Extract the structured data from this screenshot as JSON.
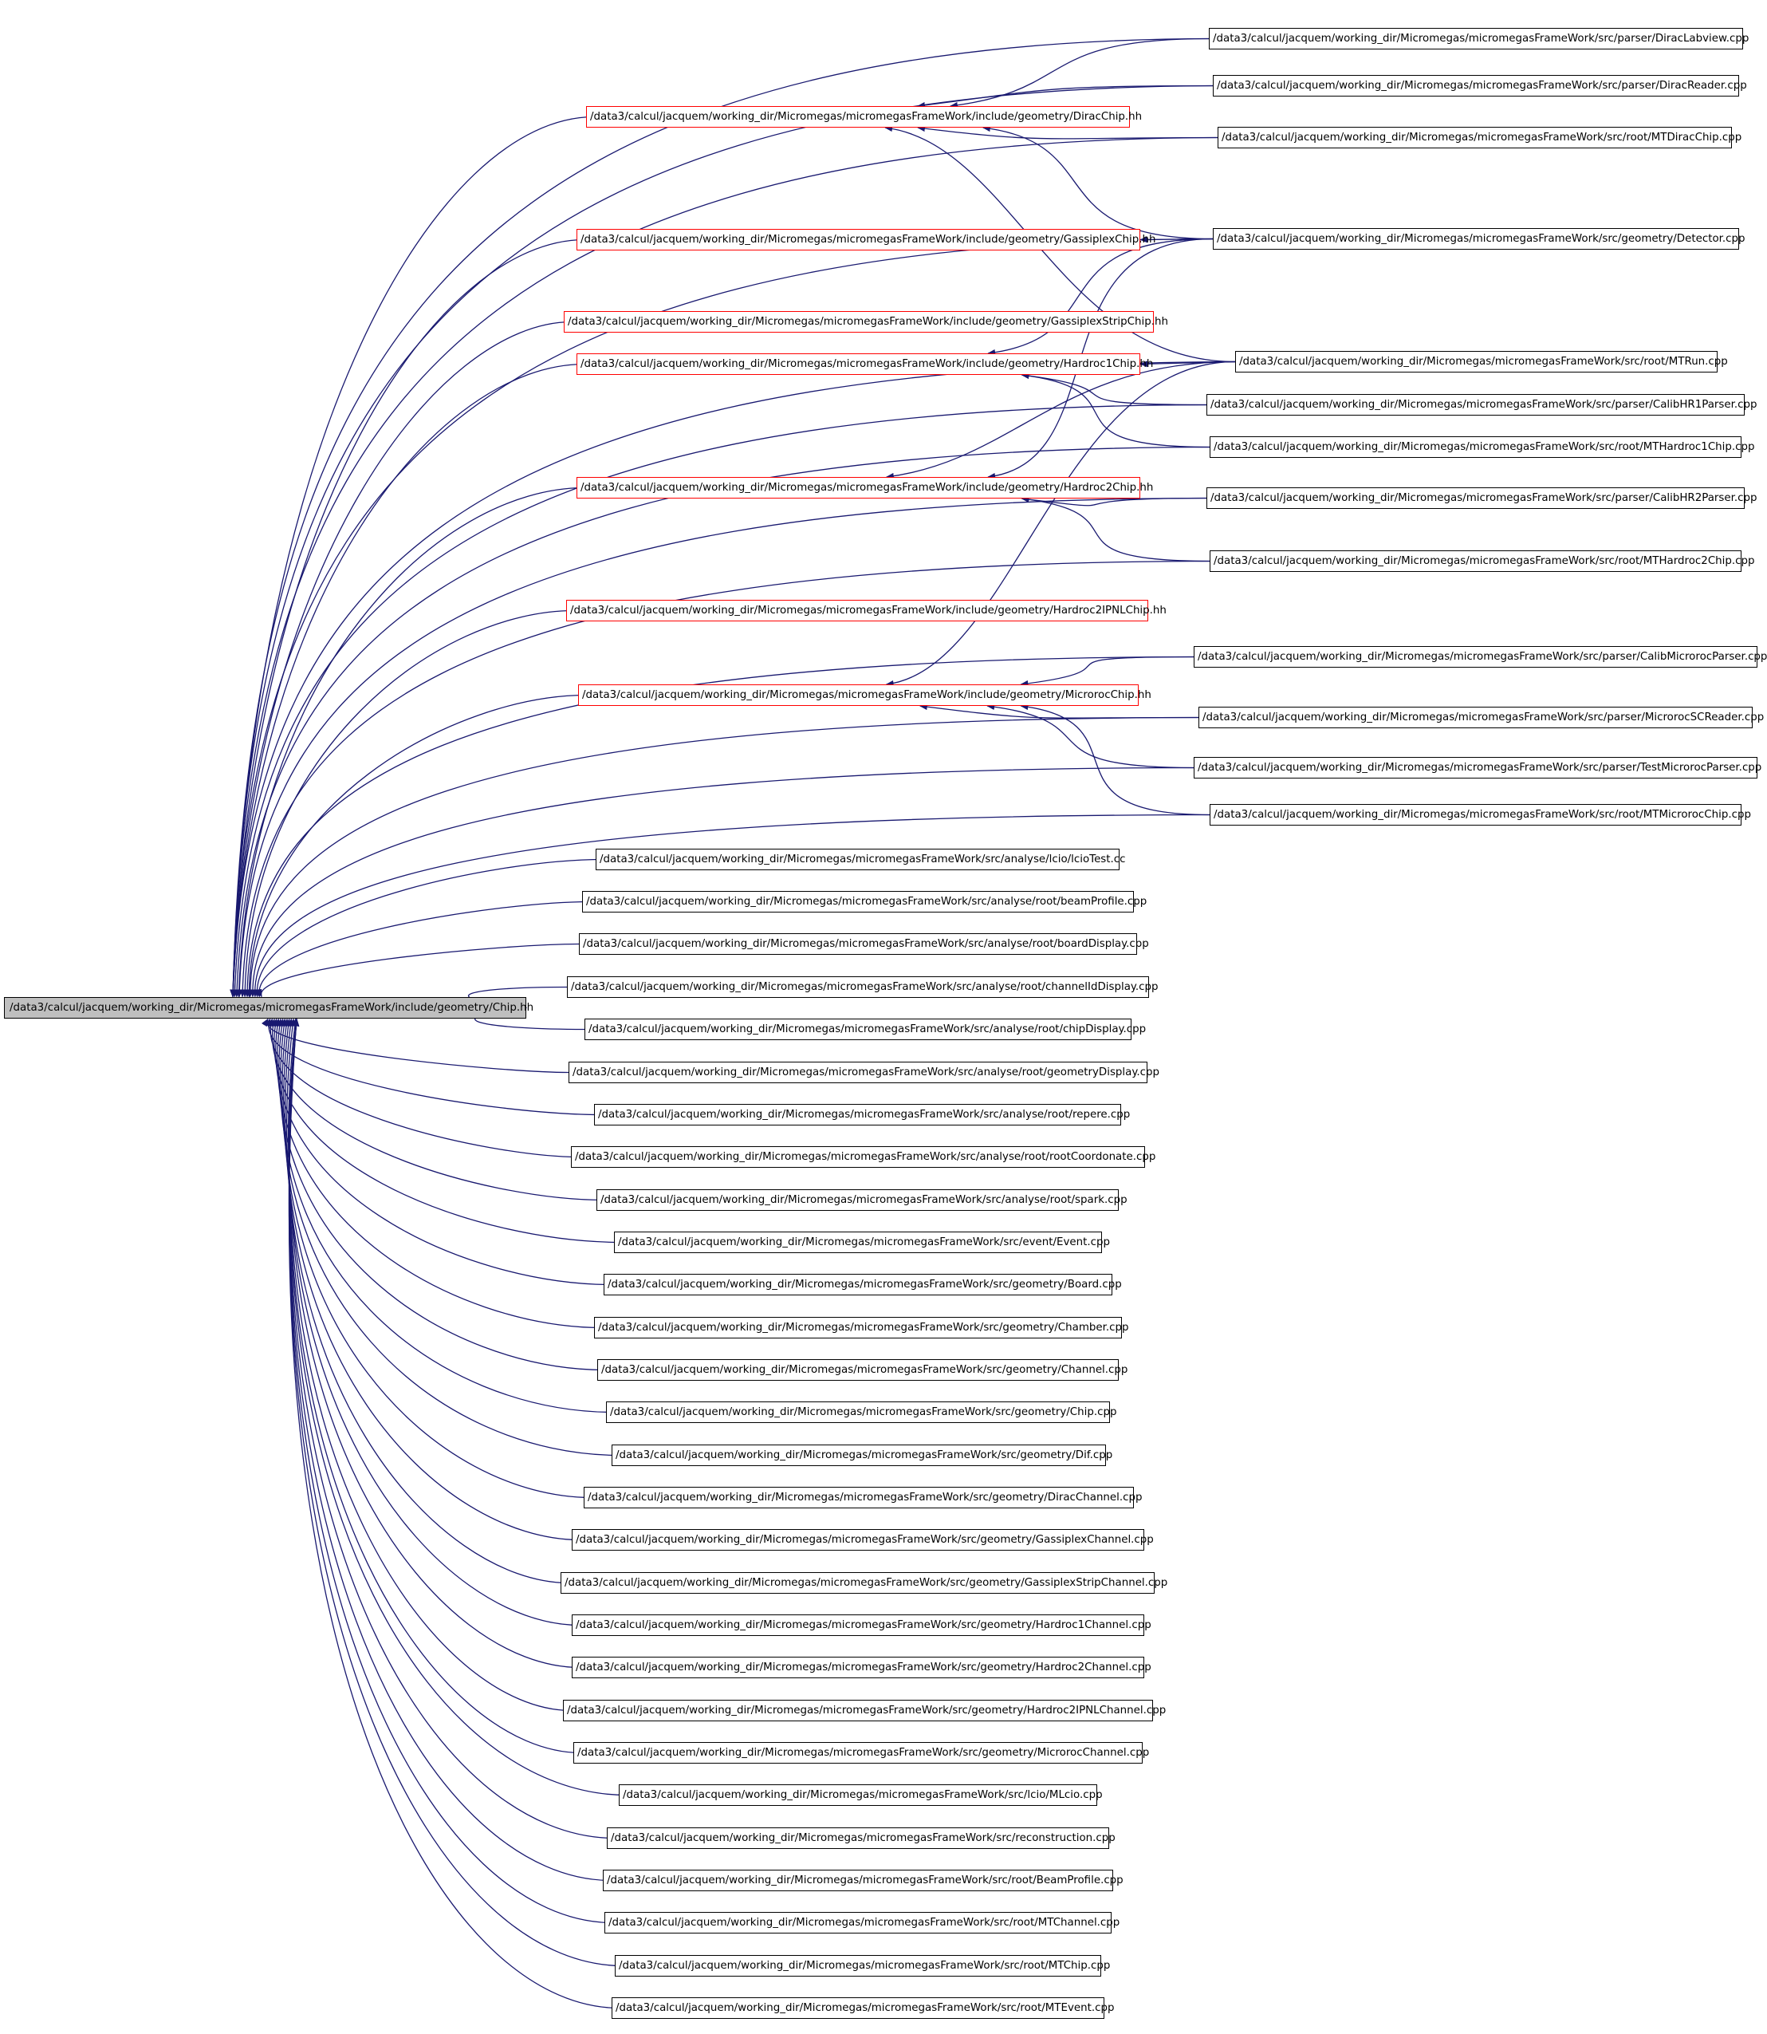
{
  "colors": {
    "edge": "#191970",
    "header_border": "#ff0000",
    "root_fill": "#bfbfbf"
  },
  "nodes": [
    {
      "id": "root",
      "label": "/data3/calcul/jacquem/working_dir/Micromegas/micromegasFrameWork/include/geometry/Chip.hh",
      "kind": "root"
    },
    {
      "id": "diracchip_hh",
      "label": "/data3/calcul/jacquem/working_dir/Micromegas/micromegasFrameWork/include/geometry/DiracChip.hh",
      "kind": "header"
    },
    {
      "id": "gassiplexchip_hh",
      "label": "/data3/calcul/jacquem/working_dir/Micromegas/micromegasFrameWork/include/geometry/GassiplexChip.hh",
      "kind": "header"
    },
    {
      "id": "gassiplexstripchip_hh",
      "label": "/data3/calcul/jacquem/working_dir/Micromegas/micromegasFrameWork/include/geometry/GassiplexStripChip.hh",
      "kind": "header"
    },
    {
      "id": "hardroc1chip_hh",
      "label": "/data3/calcul/jacquem/working_dir/Micromegas/micromegasFrameWork/include/geometry/Hardroc1Chip.hh",
      "kind": "header"
    },
    {
      "id": "hardroc2chip_hh",
      "label": "/data3/calcul/jacquem/working_dir/Micromegas/micromegasFrameWork/include/geometry/Hardroc2Chip.hh",
      "kind": "header"
    },
    {
      "id": "hardroc2ipnlchip_hh",
      "label": "/data3/calcul/jacquem/working_dir/Micromegas/micromegasFrameWork/include/geometry/Hardroc2IPNLChip.hh",
      "kind": "header"
    },
    {
      "id": "microrocchip_hh",
      "label": "/data3/calcul/jacquem/working_dir/Micromegas/micromegasFrameWork/include/geometry/MicrorocChip.hh",
      "kind": "header"
    },
    {
      "id": "diraclabview",
      "label": "/data3/calcul/jacquem/working_dir/Micromegas/micromegasFrameWork/src/parser/DiracLabview.cpp",
      "kind": "source"
    },
    {
      "id": "diracreader",
      "label": "/data3/calcul/jacquem/working_dir/Micromegas/micromegasFrameWork/src/parser/DiracReader.cpp",
      "kind": "source"
    },
    {
      "id": "mtdiracchip",
      "label": "/data3/calcul/jacquem/working_dir/Micromegas/micromegasFrameWork/src/root/MTDiracChip.cpp",
      "kind": "source"
    },
    {
      "id": "detector",
      "label": "/data3/calcul/jacquem/working_dir/Micromegas/micromegasFrameWork/src/geometry/Detector.cpp",
      "kind": "source"
    },
    {
      "id": "mtrun",
      "label": "/data3/calcul/jacquem/working_dir/Micromegas/micromegasFrameWork/src/root/MTRun.cpp",
      "kind": "source"
    },
    {
      "id": "calibhr1parser",
      "label": "/data3/calcul/jacquem/working_dir/Micromegas/micromegasFrameWork/src/parser/CalibHR1Parser.cpp",
      "kind": "source"
    },
    {
      "id": "mthardroc1chip",
      "label": "/data3/calcul/jacquem/working_dir/Micromegas/micromegasFrameWork/src/root/MTHardroc1Chip.cpp",
      "kind": "source"
    },
    {
      "id": "calibhr2parser",
      "label": "/data3/calcul/jacquem/working_dir/Micromegas/micromegasFrameWork/src/parser/CalibHR2Parser.cpp",
      "kind": "source"
    },
    {
      "id": "mthardroc2chip",
      "label": "/data3/calcul/jacquem/working_dir/Micromegas/micromegasFrameWork/src/root/MTHardroc2Chip.cpp",
      "kind": "source"
    },
    {
      "id": "calibmicrorocparser",
      "label": "/data3/calcul/jacquem/working_dir/Micromegas/micromegasFrameWork/src/parser/CalibMicrorocParser.cpp",
      "kind": "source"
    },
    {
      "id": "microrocscreader",
      "label": "/data3/calcul/jacquem/working_dir/Micromegas/micromegasFrameWork/src/parser/MicrorocSCReader.cpp",
      "kind": "source"
    },
    {
      "id": "testmicrorocparser",
      "label": "/data3/calcul/jacquem/working_dir/Micromegas/micromegasFrameWork/src/parser/TestMicrorocParser.cpp",
      "kind": "source"
    },
    {
      "id": "mtmicrorocchip",
      "label": "/data3/calcul/jacquem/working_dir/Micromegas/micromegasFrameWork/src/root/MTMicrorocChip.cpp",
      "kind": "source"
    },
    {
      "id": "lciotest",
      "label": "/data3/calcul/jacquem/working_dir/Micromegas/micromegasFrameWork/src/analyse/lcio/lcioTest.cc",
      "kind": "source"
    },
    {
      "id": "beamprofile_a",
      "label": "/data3/calcul/jacquem/working_dir/Micromegas/micromegasFrameWork/src/analyse/root/beamProfile.cpp",
      "kind": "source"
    },
    {
      "id": "boarddisplay",
      "label": "/data3/calcul/jacquem/working_dir/Micromegas/micromegasFrameWork/src/analyse/root/boardDisplay.cpp",
      "kind": "source"
    },
    {
      "id": "channeliddisplay",
      "label": "/data3/calcul/jacquem/working_dir/Micromegas/micromegasFrameWork/src/analyse/root/channelIdDisplay.cpp",
      "kind": "source"
    },
    {
      "id": "chipdisplay",
      "label": "/data3/calcul/jacquem/working_dir/Micromegas/micromegasFrameWork/src/analyse/root/chipDisplay.cpp",
      "kind": "source"
    },
    {
      "id": "geometrydisplay",
      "label": "/data3/calcul/jacquem/working_dir/Micromegas/micromegasFrameWork/src/analyse/root/geometryDisplay.cpp",
      "kind": "source"
    },
    {
      "id": "repere",
      "label": "/data3/calcul/jacquem/working_dir/Micromegas/micromegasFrameWork/src/analyse/root/repere.cpp",
      "kind": "source"
    },
    {
      "id": "rootcoordonate",
      "label": "/data3/calcul/jacquem/working_dir/Micromegas/micromegasFrameWork/src/analyse/root/rootCoordonate.cpp",
      "kind": "source"
    },
    {
      "id": "spark",
      "label": "/data3/calcul/jacquem/working_dir/Micromegas/micromegasFrameWork/src/analyse/root/spark.cpp",
      "kind": "source"
    },
    {
      "id": "event",
      "label": "/data3/calcul/jacquem/working_dir/Micromegas/micromegasFrameWork/src/event/Event.cpp",
      "kind": "source"
    },
    {
      "id": "board",
      "label": "/data3/calcul/jacquem/working_dir/Micromegas/micromegasFrameWork/src/geometry/Board.cpp",
      "kind": "source"
    },
    {
      "id": "chamber",
      "label": "/data3/calcul/jacquem/working_dir/Micromegas/micromegasFrameWork/src/geometry/Chamber.cpp",
      "kind": "source"
    },
    {
      "id": "channel",
      "label": "/data3/calcul/jacquem/working_dir/Micromegas/micromegasFrameWork/src/geometry/Channel.cpp",
      "kind": "source"
    },
    {
      "id": "chip_cpp",
      "label": "/data3/calcul/jacquem/working_dir/Micromegas/micromegasFrameWork/src/geometry/Chip.cpp",
      "kind": "source"
    },
    {
      "id": "dif",
      "label": "/data3/calcul/jacquem/working_dir/Micromegas/micromegasFrameWork/src/geometry/Dif.cpp",
      "kind": "source"
    },
    {
      "id": "diracchannel",
      "label": "/data3/calcul/jacquem/working_dir/Micromegas/micromegasFrameWork/src/geometry/DiracChannel.cpp",
      "kind": "source"
    },
    {
      "id": "gassiplexchannel",
      "label": "/data3/calcul/jacquem/working_dir/Micromegas/micromegasFrameWork/src/geometry/GassiplexChannel.cpp",
      "kind": "source"
    },
    {
      "id": "gassiplexstripchannel",
      "label": "/data3/calcul/jacquem/working_dir/Micromegas/micromegasFrameWork/src/geometry/GassiplexStripChannel.cpp",
      "kind": "source"
    },
    {
      "id": "hardroc1channel",
      "label": "/data3/calcul/jacquem/working_dir/Micromegas/micromegasFrameWork/src/geometry/Hardroc1Channel.cpp",
      "kind": "source"
    },
    {
      "id": "hardroc2channel",
      "label": "/data3/calcul/jacquem/working_dir/Micromegas/micromegasFrameWork/src/geometry/Hardroc2Channel.cpp",
      "kind": "source"
    },
    {
      "id": "hardroc2ipnlchannel",
      "label": "/data3/calcul/jacquem/working_dir/Micromegas/micromegasFrameWork/src/geometry/Hardroc2IPNLChannel.cpp",
      "kind": "source"
    },
    {
      "id": "microrocchannel",
      "label": "/data3/calcul/jacquem/working_dir/Micromegas/micromegasFrameWork/src/geometry/MicrorocChannel.cpp",
      "kind": "source"
    },
    {
      "id": "mlcio",
      "label": "/data3/calcul/jacquem/working_dir/Micromegas/micromegasFrameWork/src/lcio/MLcio.cpp",
      "kind": "source"
    },
    {
      "id": "reconstruction",
      "label": "/data3/calcul/jacquem/working_dir/Micromegas/micromegasFrameWork/src/reconstruction.cpp",
      "kind": "source"
    },
    {
      "id": "beamprofile_r",
      "label": "/data3/calcul/jacquem/working_dir/Micromegas/micromegasFrameWork/src/root/BeamProfile.cpp",
      "kind": "source"
    },
    {
      "id": "mtchannel",
      "label": "/data3/calcul/jacquem/working_dir/Micromegas/micromegasFrameWork/src/root/MTChannel.cpp",
      "kind": "source"
    },
    {
      "id": "mtchip",
      "label": "/data3/calcul/jacquem/working_dir/Micromegas/micromegasFrameWork/src/root/MTChip.cpp",
      "kind": "source"
    },
    {
      "id": "mtevent",
      "label": "/data3/calcul/jacquem/working_dir/Micromegas/micromegasFrameWork/src/root/MTEvent.cpp",
      "kind": "source"
    }
  ],
  "edges": [
    [
      "diraclabview",
      "diracchip_hh"
    ],
    [
      "diracreader",
      "diracchip_hh"
    ],
    [
      "mtdiracchip",
      "diracchip_hh"
    ],
    [
      "detector",
      "diracchip_hh"
    ],
    [
      "mtrun",
      "diracchip_hh"
    ],
    [
      "detector",
      "gassiplexchip_hh"
    ],
    [
      "mtrun",
      "hardroc1chip_hh"
    ],
    [
      "detector",
      "hardroc1chip_hh"
    ],
    [
      "calibhr1parser",
      "hardroc1chip_hh"
    ],
    [
      "mthardroc1chip",
      "hardroc1chip_hh"
    ],
    [
      "calibhr2parser",
      "hardroc2chip_hh"
    ],
    [
      "mthardroc2chip",
      "hardroc2chip_hh"
    ],
    [
      "detector",
      "hardroc2chip_hh"
    ],
    [
      "mtrun",
      "hardroc2chip_hh"
    ],
    [
      "calibmicrorocparser",
      "microrocchip_hh"
    ],
    [
      "microrocscreader",
      "microrocchip_hh"
    ],
    [
      "testmicrorocparser",
      "microrocchip_hh"
    ],
    [
      "mtmicrorocchip",
      "microrocchip_hh"
    ],
    [
      "mtrun",
      "microrocchip_hh"
    ]
  ]
}
